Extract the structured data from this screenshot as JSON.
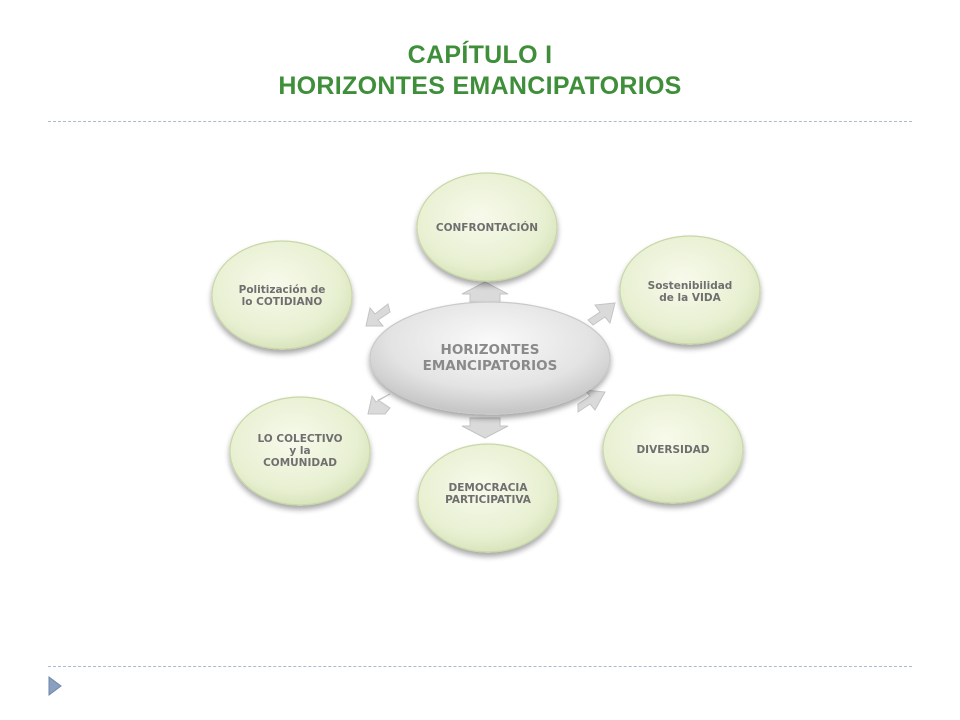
{
  "title": {
    "line1": "CAPÍTULO I",
    "line2": "HORIZONTES EMANCIPATORIOS"
  },
  "colors": {
    "title": "#3f8f3a",
    "node_fill_light": "#f7faeb",
    "node_fill_dark": "#d4e1b6",
    "node_stroke": "#c8d7a6",
    "center_fill_light": "#fafafa",
    "center_fill_dark": "#bdbdbd",
    "arrow": "#d9d9d9",
    "rule": "#a9bccc",
    "bullet": "#8aa0c0"
  },
  "diagram": {
    "center": "HORIZONTES\nEMANCIPATORIOS",
    "nodes": {
      "confrontacion": "CONFRONTACIÓN",
      "sostenibilidad": "Sostenibilidad\nde la VIDA",
      "diversidad": "DIVERSIDAD",
      "democracia": "DEMOCRACIA\nPARTICIPATIVA",
      "colectivo": "LO COLECTIVO\ny la\nCOMUNIDAD",
      "politizacion": "Politización de\nlo COTIDIANO"
    }
  },
  "footer": {
    "bullet_icon": "triangle-right-icon"
  }
}
